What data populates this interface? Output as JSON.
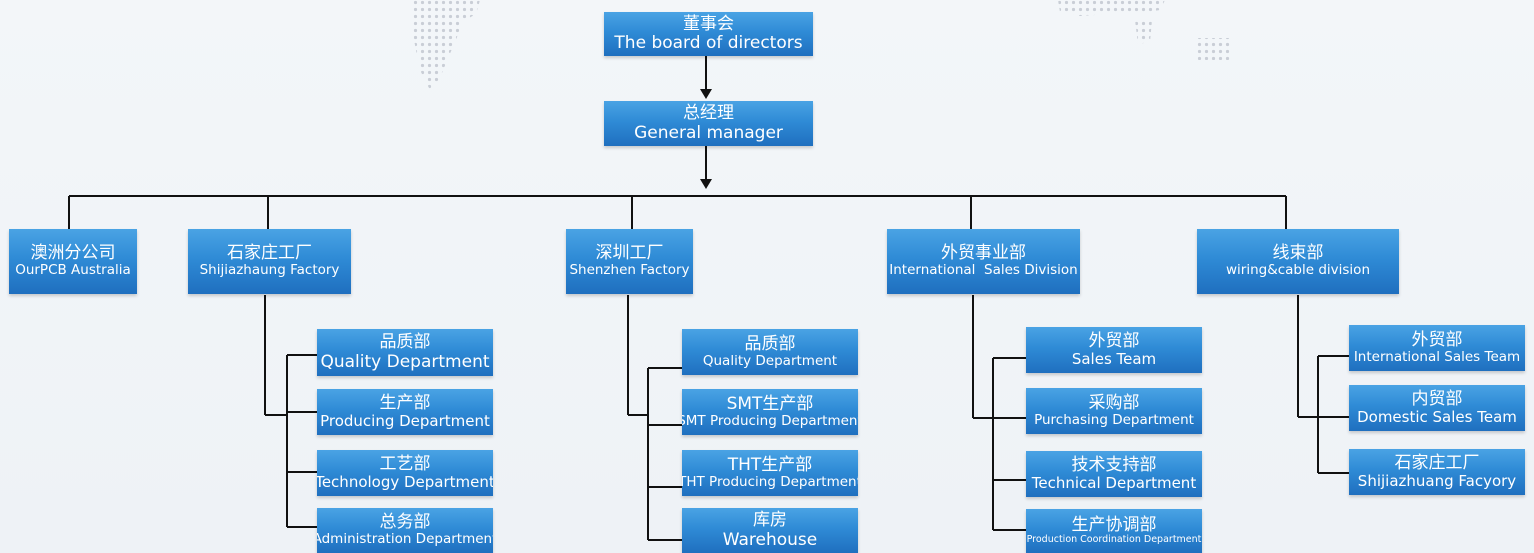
{
  "board": {
    "cn": "董事会",
    "en": "The board of directors"
  },
  "gm": {
    "cn": "总经理",
    "en": "General manager"
  },
  "divisions": [
    {
      "cn": "澳洲分公司",
      "en": "OurPCB Australia"
    },
    {
      "cn": "石家庄工厂",
      "en": "Shijiazhaung Factory"
    },
    {
      "cn": "深圳工厂",
      "en": "Shenzhen Factory"
    },
    {
      "cn": "外贸事业部",
      "en": "International  Sales Division"
    },
    {
      "cn": "线束部",
      "en": "wiring&cable division"
    }
  ],
  "shijiazhuang_depts": [
    {
      "cn": "品质部",
      "en": "Quality Department"
    },
    {
      "cn": "生产部",
      "en": "Producing Department"
    },
    {
      "cn": "工艺部",
      "en": "Technology Department"
    },
    {
      "cn": "总务部",
      "en": "Administration Department"
    }
  ],
  "shenzhen_depts": [
    {
      "cn": "品质部",
      "en": "Quality Department"
    },
    {
      "cn": "SMT生产部",
      "en": "SMT Producing Department"
    },
    {
      "cn": "THT生产部",
      "en": "THT Producing Department"
    },
    {
      "cn": "库房",
      "en": "Warehouse"
    }
  ],
  "sales_depts": [
    {
      "cn": "外贸部",
      "en": "Sales Team"
    },
    {
      "cn": "采购部",
      "en": "Purchasing Department"
    },
    {
      "cn": "技术支持部",
      "en": "Technical Department"
    },
    {
      "cn": "生产协调部",
      "en": "Production Coordination Department"
    }
  ],
  "wiring_depts": [
    {
      "cn": "外贸部",
      "en": "International Sales Team"
    },
    {
      "cn": "内贸部",
      "en": "Domestic Sales Team"
    },
    {
      "cn": "石家庄工厂",
      "en": "Shijiazhuang Facyory"
    }
  ],
  "colors": {
    "box": "#2f8bd6",
    "line": "#111111",
    "background": "#f1f4f8"
  }
}
